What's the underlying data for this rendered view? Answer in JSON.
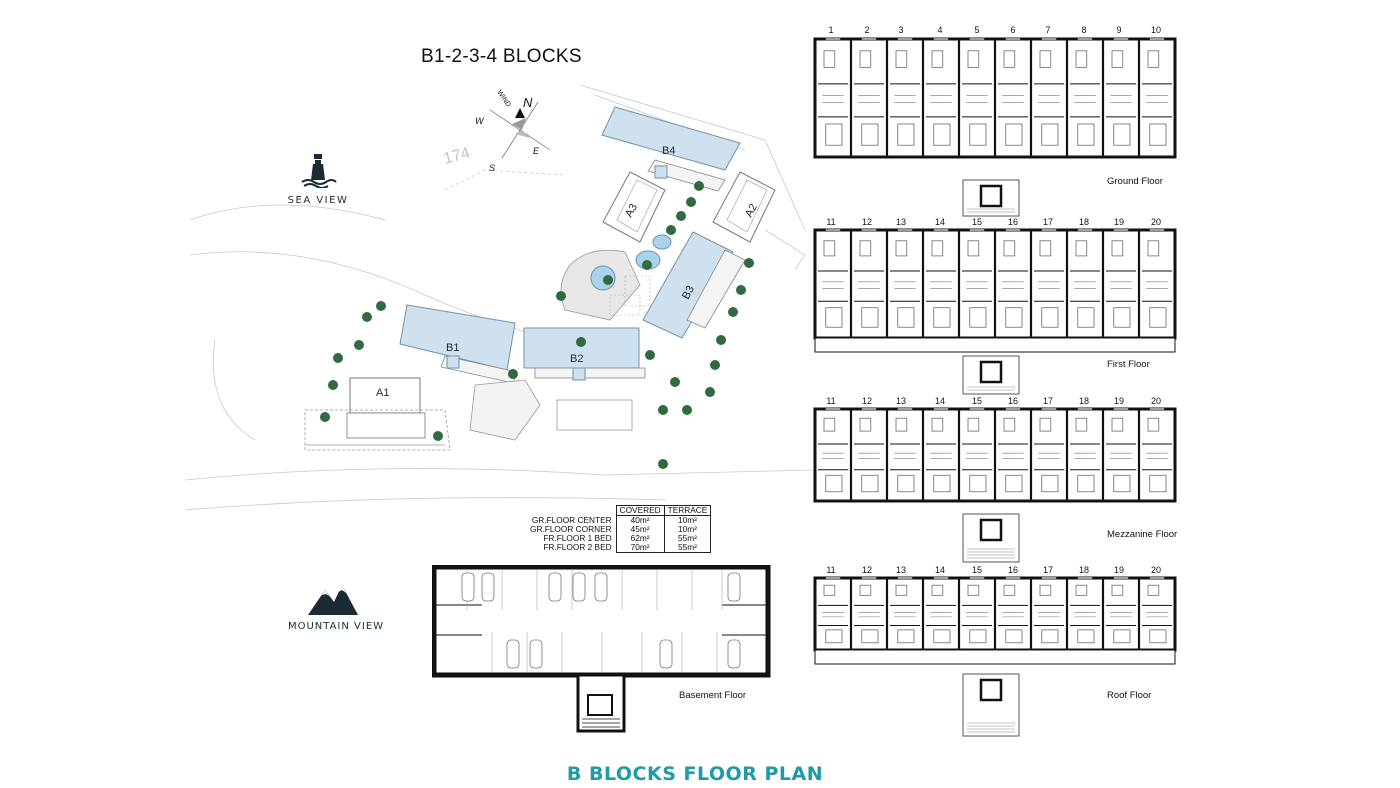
{
  "title": "B1-2-3-4 BLOCKS",
  "footer_title": "B BLOCKS FLOOR PLAN",
  "compass": {
    "n": "N",
    "s": "S",
    "e": "E",
    "w": "W",
    "wind": "WIND"
  },
  "sea_view": {
    "label": "SEA VIEW",
    "icon": "lighthouse-icon"
  },
  "mountain_view": {
    "label": "MOUNTAIN VIEW",
    "icon": "mountain-icon"
  },
  "site_plan": {
    "blocks": {
      "b1": "B1",
      "b2": "B2",
      "b3": "B3",
      "b4": "B4",
      "a1": "A1",
      "a2": "A2",
      "a3": "A3"
    },
    "lot_number": "174"
  },
  "area_table": {
    "headers": [
      "COVERED",
      "TERRACE"
    ],
    "rows": [
      {
        "label": "GR.FLOOR CENTER",
        "covered": "40m²",
        "terrace": "10m²"
      },
      {
        "label": "GR.FLOOR CORNER",
        "covered": "45m²",
        "terrace": "10m²"
      },
      {
        "label": "FR.FLOOR 1 BED",
        "covered": "62m²",
        "terrace": "55m²"
      },
      {
        "label": "FR.FLOOR 2 BED",
        "covered": "70m²",
        "terrace": "55m²"
      }
    ]
  },
  "floors": {
    "ground": {
      "label": "Ground Floor",
      "units": [
        "1",
        "2",
        "3",
        "4",
        "5",
        "6",
        "7",
        "8",
        "9",
        "10"
      ]
    },
    "first": {
      "label": "First Floor",
      "units": [
        "11",
        "12",
        "13",
        "14",
        "15",
        "16",
        "17",
        "18",
        "19",
        "20"
      ]
    },
    "mezzanine": {
      "label": "Mezzanine Floor",
      "units": [
        "11",
        "12",
        "13",
        "14",
        "15",
        "16",
        "17",
        "18",
        "19",
        "20"
      ]
    },
    "roof": {
      "label": "Roof Floor",
      "units": [
        "11",
        "12",
        "13",
        "14",
        "15",
        "16",
        "17",
        "18",
        "19",
        "20"
      ]
    },
    "basement": {
      "label": "Basement Floor"
    }
  },
  "colors": {
    "accent": "#1f9aa6",
    "block_fill": "#cfe1ee",
    "block_stroke": "#6f93ad",
    "pool": "#a9d3ec",
    "tree": "#2f6b3f"
  }
}
